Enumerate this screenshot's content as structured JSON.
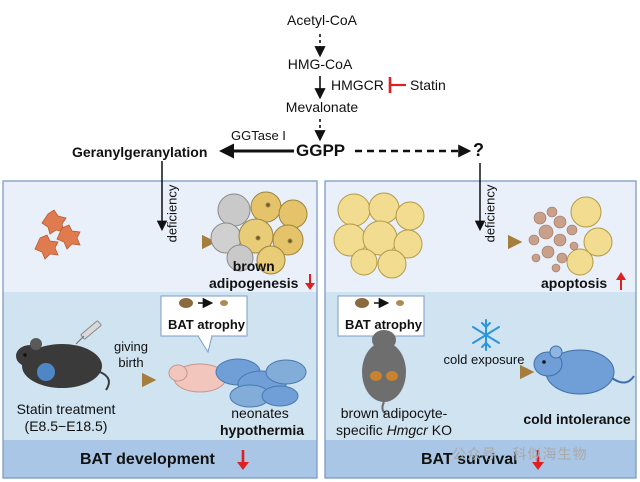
{
  "pathway": {
    "acetyl_coa": "Acetyl-CoA",
    "hmg_coa": "HMG-CoA",
    "hmgcr": "HMGCR",
    "statin": "Statin",
    "mevalonate": "Mevalonate",
    "ggtase": "GGTase I",
    "ggpp": "GGPP",
    "geranylgeranylation": "Geranylgeranylation",
    "unknown": "?"
  },
  "left_panel": {
    "deficiency": "deficiency",
    "brown_adipogenesis": "brown\nadipogenesis",
    "bat_atrophy": "BAT atrophy",
    "giving_birth": "giving\nbirth",
    "statin_treatment": "Statin treatment\n(E8.5−E18.5)",
    "neonates": "neonates",
    "hypothermia": "hypothermia",
    "footer": "BAT development"
  },
  "right_panel": {
    "deficiency": "deficiency",
    "apoptosis": "apoptosis",
    "bat_atrophy": "BAT atrophy",
    "cold_exposure": "cold exposure",
    "ko_line1": "brown adipocyte-",
    "ko_line2_prefix": "specific ",
    "ko_gene": "Hmgcr",
    "ko_line2_suffix": " KO",
    "cold_intolerance": "cold intolerance",
    "footer": "BAT survival"
  },
  "watermark": "公众号 · 科似海生物",
  "colors": {
    "panel_top": "#e9f0fa",
    "panel_bottom": "#cfe3f1",
    "footer": "#a9c6e6",
    "panel_border": "#7d9cc6",
    "down_arrow": "#e02020",
    "statin_inhibit": "#e02020",
    "brown_arrow": "#a57d3c",
    "mouse_blue": "#6f9fd6",
    "snowflake": "#2b95e0"
  }
}
